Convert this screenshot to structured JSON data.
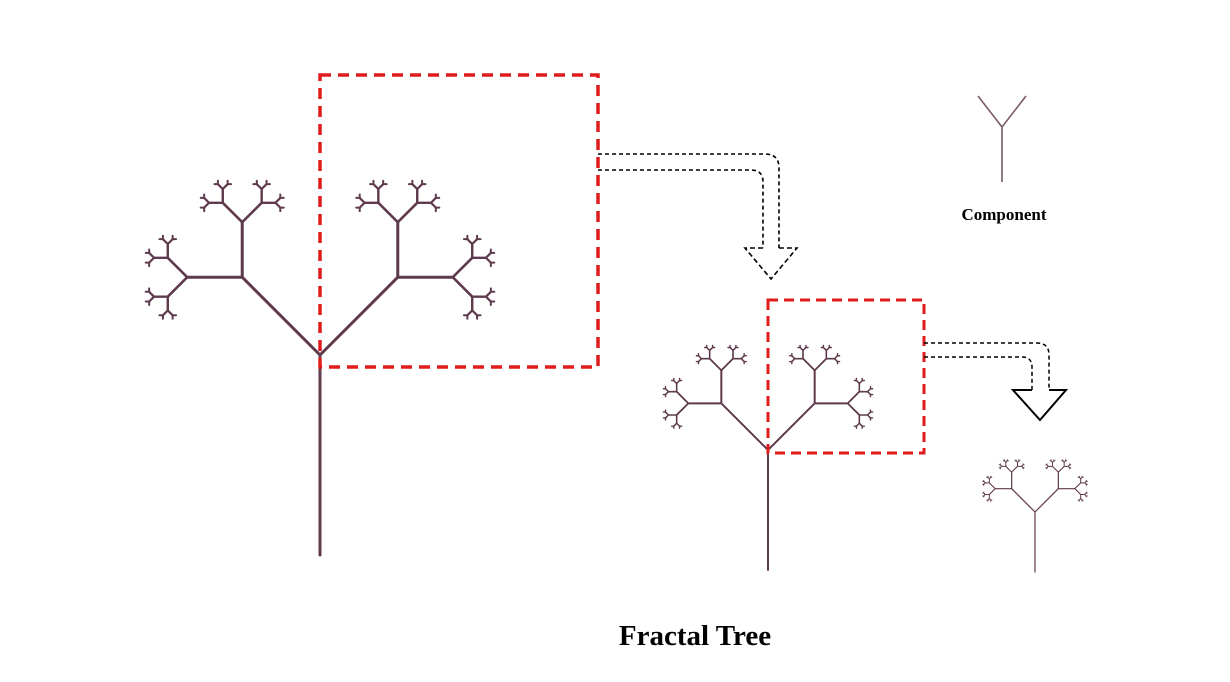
{
  "diagram": {
    "caption": "Fractal Tree",
    "component_label": "Component",
    "tree_depth": 6,
    "branch_angle_deg": 45,
    "colors": {
      "branch": "#5e3a4c",
      "highlight_box": "#e01b1b",
      "arrow": "#000000",
      "background": "#ffffff"
    },
    "icons": [
      "y-shaped-component-icon",
      "dashed-arrow-icon"
    ]
  }
}
